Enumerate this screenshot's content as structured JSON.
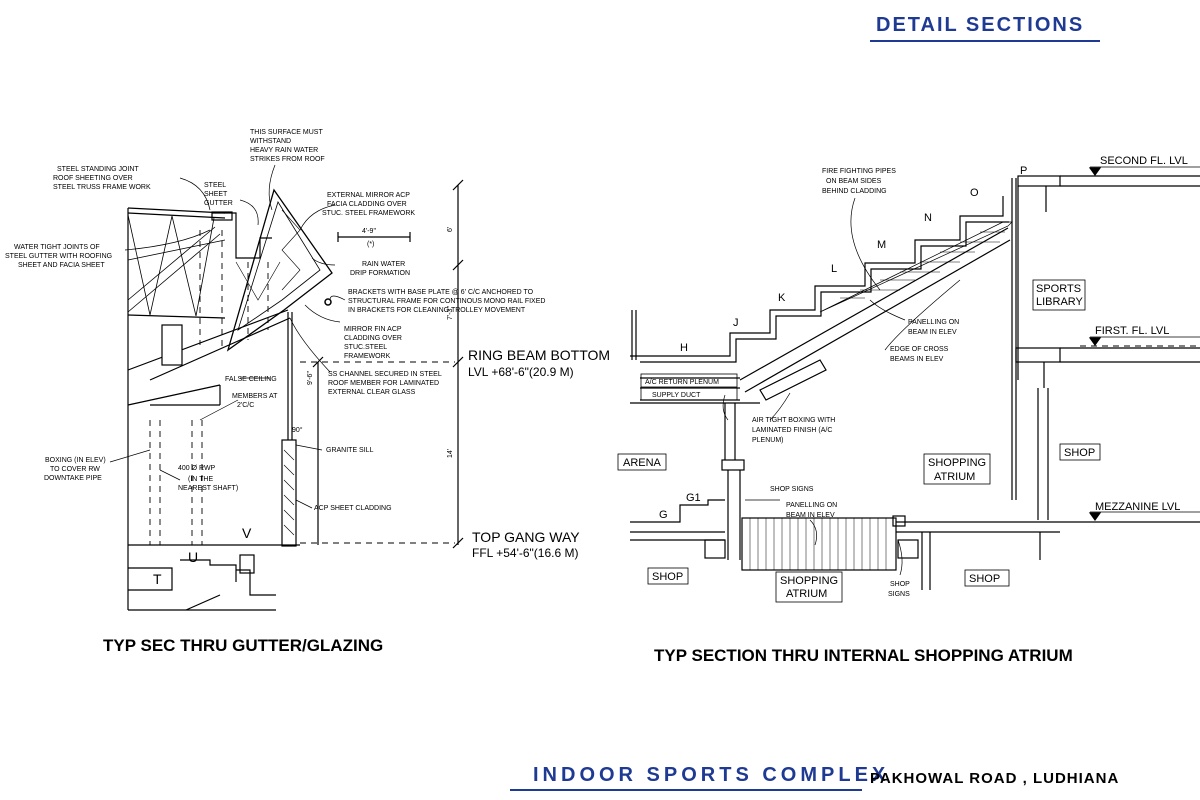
{
  "sheet_title": "DETAIL SECTIONS",
  "project": {
    "name": "INDOOR SPORTS COMPLEX",
    "location": "PAKHOWAL ROAD , LUDHIANA"
  },
  "left_section": {
    "caption": "TYP SEC THRU GUTTER/GLAZING",
    "notes": {
      "surface_1": "THIS SURFACE MUST",
      "surface_2": "WITHSTAND",
      "surface_3": "HEAVY RAIN WATER",
      "surface_4": "STRIKES FROM ROOF",
      "roof_1": "STEEL STANDING JOINT",
      "roof_2": "ROOF SHEETING OVER",
      "roof_3": "STEEL TRUSS FRAME WORK",
      "gutter_1": "STEEL",
      "gutter_2": "SHEET",
      "gutter_3": "GUTTER",
      "acp_1": "EXTERNAL MIRROR ACP",
      "acp_2": "FACIA CLADDING OVER",
      "acp_3": "STUC. STEEL FRAMEWORK",
      "joint_1": "WATER TIGHT JOINTS OF",
      "joint_2": "STEEL GUTTER WITH ROOFING",
      "joint_3": "SHEET AND FACIA SHEET",
      "drip_1": "RAIN WATER",
      "drip_2": "DRIP FORMATION",
      "bracket_1": "BRACKETS WITH BASE PLATE @ 6' C/C ANCHORED TO",
      "bracket_2": "STRUCTURAL FRAME FOR CONTINOUS MONO RAIL FIXED",
      "bracket_3": "IN BRACKETS FOR CLEANING TROLLEY MOVEMENT",
      "fin_1": "MIRROR FIN ACP",
      "fin_2": "CLADDING OVER",
      "fin_3": "STUC.STEEL",
      "fin_4": "FRAMEWORK",
      "ss_1": "SS CHANNEL SECURED IN STEEL",
      "ss_2": "ROOF MEMBER FOR LAMINATED",
      "ss_3": "EXTERNAL CLEAR GLASS",
      "false_ceiling": "FALSE CEILING",
      "members_1": "MEMBERS AT",
      "members_2": "2'C/C",
      "boxing_1": "BOXING (IN ELEV)",
      "boxing_2": "TO COVER RW",
      "boxing_3": "DOWNTAKE PIPE",
      "rwp_1": "400 Ø RWP",
      "rwp_2": "(IN THE",
      "rwp_3": "NEAREST SHAFT)",
      "granite": "GRANITE  SILL",
      "acp_sheet": "ACP SHEET CLADDING"
    },
    "dims": {
      "width": "4'-9\"",
      "star": "(*)",
      "d1": "6'",
      "d2": "7'-3\"",
      "d3": "9'-6\"",
      "d4": "14'",
      "angle": "90°"
    },
    "levels": {
      "ring_1": "RING BEAM BOTTOM",
      "ring_2": "LVL +68'-6\"(20.9 M)",
      "gang_1": "TOP GANG WAY",
      "gang_2": "FFL +54'-6\"(16.6 M)"
    },
    "row_labels": {
      "v": "V",
      "u": "U",
      "t": "T"
    }
  },
  "right_section": {
    "caption": "TYP SECTION THRU INTERNAL SHOPPING ATRIUM",
    "notes": {
      "fire_1": "FIRE FIGHTING PIPES",
      "fire_2": "ON BEAM SIDES",
      "fire_3": "BEHIND CLADDING",
      "pan_1": "PANELLING ON",
      "pan_2": "BEAM IN ELEV",
      "edge_1": "EDGE OF CROSS",
      "edge_2": "BEAMS IN ELEV",
      "ac_return": "A/C RETURN PLENUM",
      "supply": "SUPPLY DUCT",
      "air_1": "AIR TIGHT BOXING WITH",
      "air_2": "LAMINATED FINISH (A/C",
      "air_3": "PLENUM)",
      "signs": "SHOP SIGNS",
      "pan2_1": "PANELLING ON",
      "pan2_2": "BEAM IN ELEV",
      "shop_signs_1": "SHOP",
      "shop_signs_2": "SIGNS"
    },
    "levels": {
      "second": "SECOND FL. LVL",
      "first": "FIRST. FL. LVL",
      "mezz": "MEZZANINE LVL"
    },
    "rooms": {
      "sports_1": "SPORTS",
      "sports_2": "LIBRARY",
      "arena": "ARENA",
      "shopping_atrium_1": "SHOPPING",
      "shopping_atrium_2": "ATRIUM",
      "shop_right": "SHOP",
      "shop_lower_left": "SHOP",
      "shop_lower_mid": "SHOP",
      "shopping_lower_1": "SHOPPING",
      "shopping_lower_2": "ATRIUM"
    },
    "rows": [
      "P",
      "O",
      "N",
      "M",
      "L",
      "K",
      "J",
      "H",
      "G1",
      "G"
    ]
  },
  "colors": {
    "accent": "#1f3a93",
    "ink": "#000000"
  }
}
